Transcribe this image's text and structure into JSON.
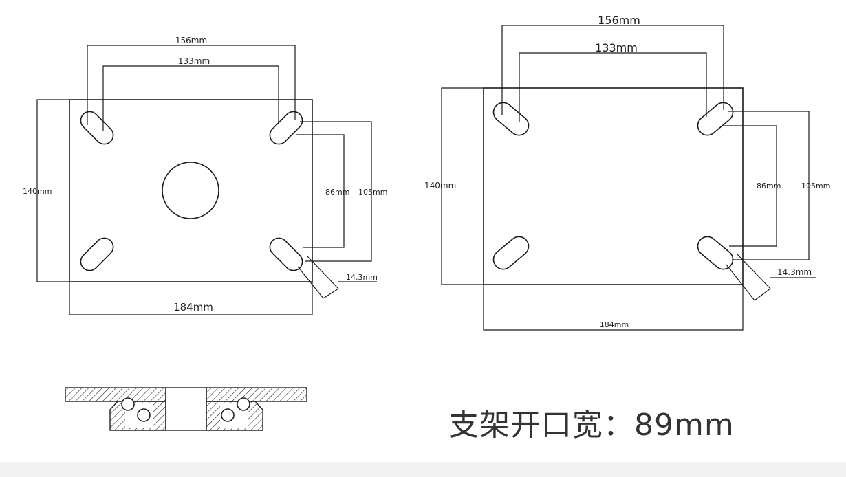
{
  "left_drawing": {
    "dim_156": "156mm",
    "dim_133": "133mm",
    "dim_140": "140mm",
    "dim_86": "86mm",
    "dim_105": "105mm",
    "dim_14_3": "14.3mm",
    "dim_184": "184mm"
  },
  "right_drawing": {
    "dim_156": "156mm",
    "dim_133": "133mm",
    "dim_140": "140mm",
    "dim_86": "86mm",
    "dim_105": "105mm",
    "dim_14_3": "14.3mm",
    "dim_184": "184mm"
  },
  "caption": "支架开口宽：89mm"
}
